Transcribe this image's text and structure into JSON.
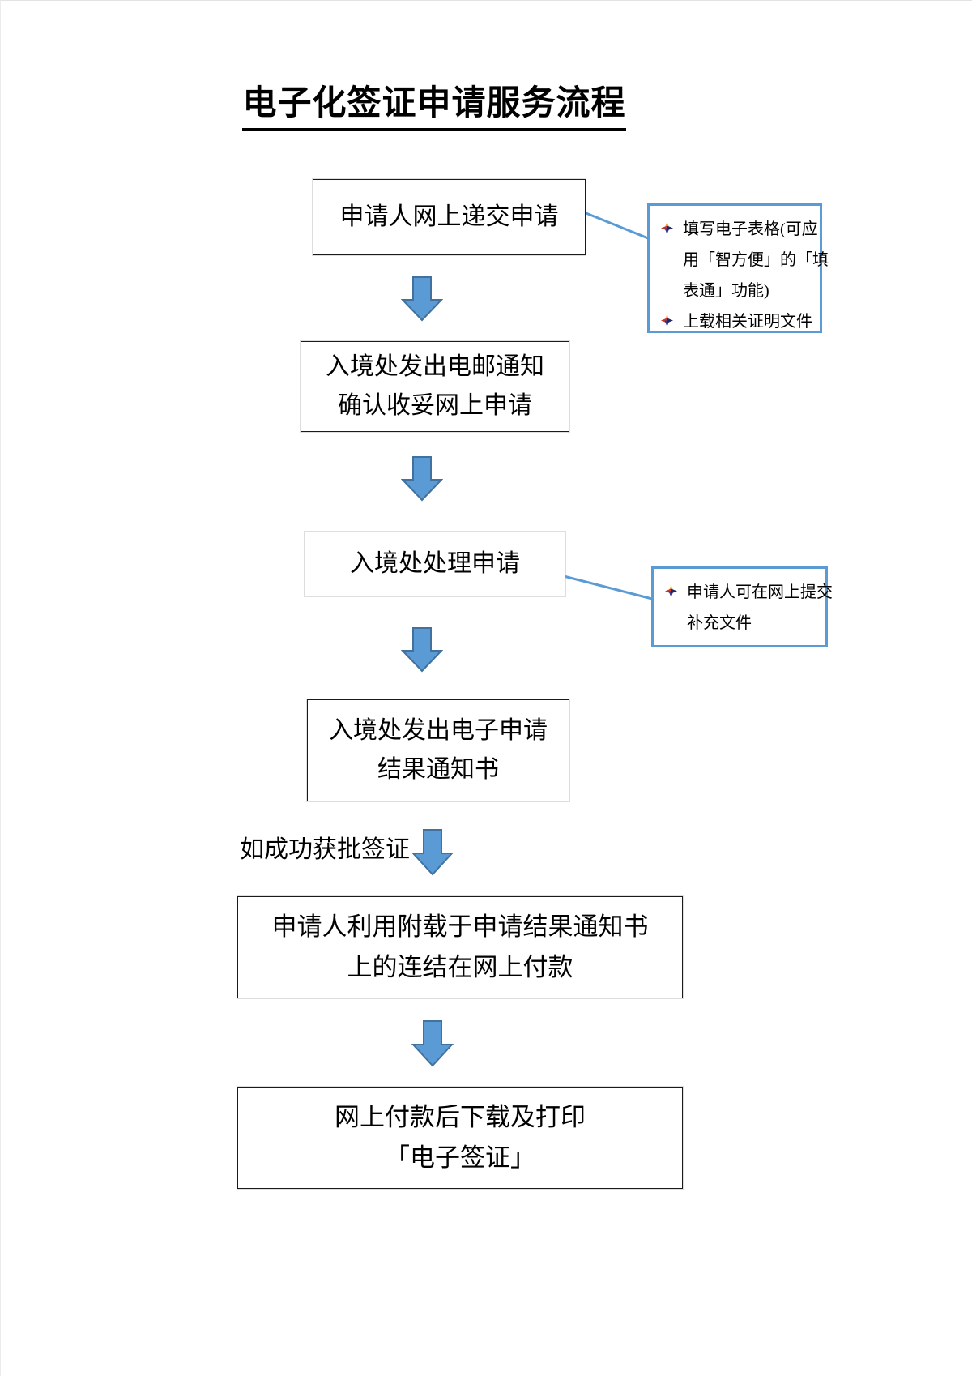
{
  "page": {
    "title": "电子化签证申请服务流程"
  },
  "flow_steps": [
    {
      "lines": [
        "申请人网上递交申请"
      ]
    },
    {
      "lines": [
        "入境处发出电邮通知",
        "确认收妥网上申请"
      ]
    },
    {
      "lines": [
        "入境处处理申请"
      ]
    },
    {
      "lines": [
        "入境处发出电子申请",
        "结果通知书"
      ]
    },
    {
      "lines": [
        "申请人利用附载于申请结果通知书",
        "上的连结在网上付款"
      ]
    },
    {
      "lines": [
        "网上付款后下载及打印",
        "「电子签证」"
      ]
    }
  ],
  "notes": [
    {
      "items": [
        {
          "lines": [
            "填写电子表格(可应",
            "用「智方便」的「填",
            "表通」功能)"
          ]
        },
        {
          "lines": [
            "上载相关证明文件"
          ]
        }
      ]
    },
    {
      "items": [
        {
          "lines": [
            "申请人可在网上提交",
            "补充文件"
          ]
        }
      ]
    }
  ],
  "branch_label": "如成功获批签证",
  "icons": {
    "arrow": "down-arrow-icon",
    "bullet": "four-point-star-bullet-icon"
  },
  "colors": {
    "arrow_fill": "#5B9BD5",
    "arrow_stroke": "#41719C",
    "note_border": "#5B9BD5",
    "connector": "#5B9BD5",
    "box_border": "#1a1a1a",
    "bullet_top": "#F0A830",
    "bullet_left": "#C9342C",
    "bullet_bottom": "#2B3990",
    "bullet_right": "#1B2A6B"
  }
}
